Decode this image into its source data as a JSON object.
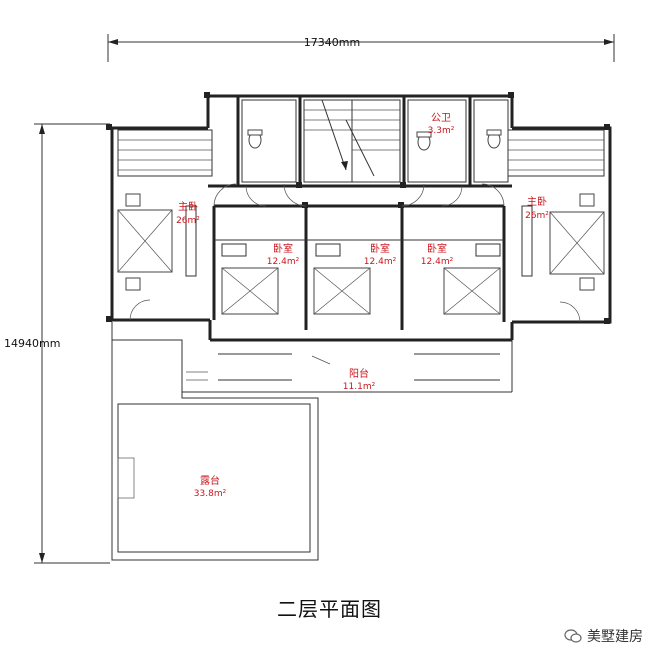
{
  "dimensions": {
    "width_label": "17340mm",
    "height_label": "14940mm"
  },
  "rooms": {
    "public_bath": {
      "name": "公卫",
      "area": "3.3m²"
    },
    "master_left": {
      "name": "主卧",
      "area": "26m²"
    },
    "master_right": {
      "name": "主卧",
      "area": "26m²"
    },
    "bedroom_1": {
      "name": "卧室",
      "area": "12.4m²"
    },
    "bedroom_2": {
      "name": "卧室",
      "area": "12.4m²"
    },
    "bedroom_3": {
      "name": "卧室",
      "area": "12.4m²"
    },
    "balcony": {
      "name": "阳台",
      "area": "11.1m²"
    },
    "terrace": {
      "name": "露台",
      "area": "33.8m²"
    }
  },
  "title": "二层平面图",
  "watermark": "美墅建房",
  "colors": {
    "label": "#c8161d",
    "line": "#222222"
  }
}
